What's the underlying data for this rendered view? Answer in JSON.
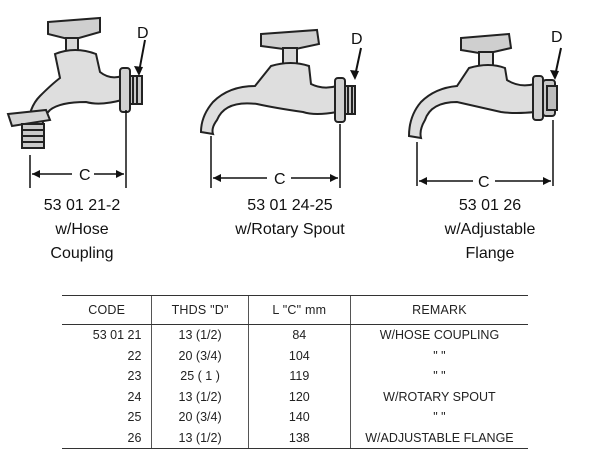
{
  "products": [
    {
      "dim_label": "C",
      "dim_d": "D",
      "code": "53 01 21-2",
      "line2": "w/Hose",
      "line3": "Coupling"
    },
    {
      "dim_label": "C",
      "dim_d": "D",
      "code": "53 01 24-25",
      "line2": "w/Rotary Spout",
      "line3": ""
    },
    {
      "dim_label": "C",
      "dim_d": "D",
      "code": "53 01 26",
      "line2": "w/Adjustable",
      "line3": "Flange"
    }
  ],
  "table": {
    "headers": [
      "CODE",
      "THDS \"D\"",
      "L \"C\"  mm",
      "REMARK"
    ],
    "rows": [
      [
        "53 01 21",
        "13 (1/2)",
        "84",
        "W/HOSE COUPLING"
      ],
      [
        "22",
        "20 (3/4)",
        "104",
        "\"   \""
      ],
      [
        "23",
        "25 ( 1 )",
        "119",
        "\"   \""
      ],
      [
        "24",
        "13 (1/2)",
        "120",
        "W/ROTARY SPOUT"
      ],
      [
        "25",
        "20 (3/4)",
        "140",
        "\"   \""
      ],
      [
        "26",
        "13 (1/2)",
        "138",
        "W/ADJUSTABLE FLANGE"
      ]
    ]
  }
}
